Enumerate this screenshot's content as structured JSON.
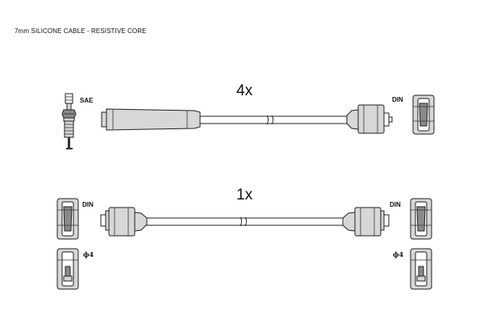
{
  "header": {
    "text": "7mm SILICONE CABLE - RESISTIVE CORE"
  },
  "sets": [
    {
      "quantity": "4x",
      "left_label": "SAE",
      "right_label": "DIN"
    },
    {
      "quantity": "1x",
      "left_label": "DIN",
      "right_label": "DIN"
    }
  ],
  "terminals": {
    "left_label": "ϕ4",
    "right_label": "ϕ4"
  },
  "colors": {
    "part_fill": "#d7d7d7",
    "part_dark": "#8a8a8a",
    "line": "#222222"
  }
}
